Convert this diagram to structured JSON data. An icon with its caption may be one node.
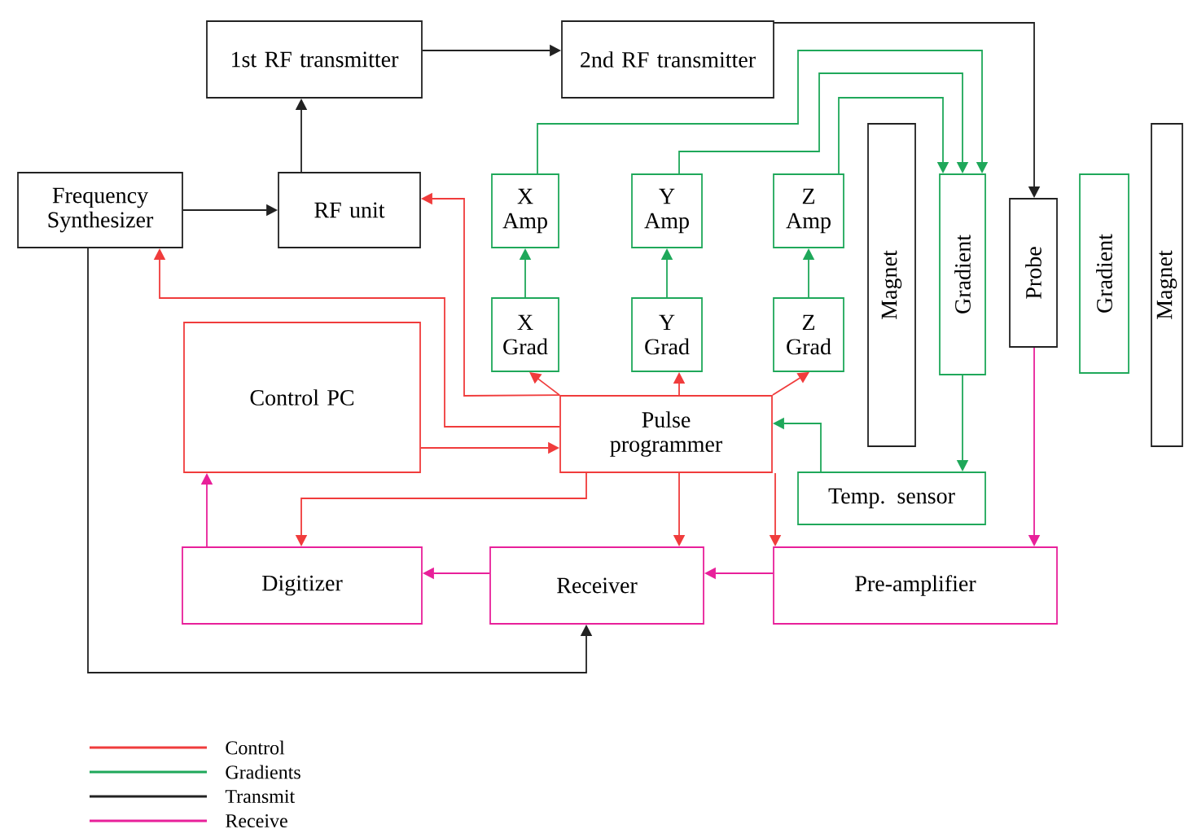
{
  "diagram": {
    "nodes": [
      {
        "text": [
          "1st RF transmitter"
        ]
      },
      {
        "text": [
          "2nd RF transmitter"
        ]
      },
      {
        "text": [
          "Frequency Synthesizer"
        ]
      },
      {
        "text": [
          "RF unit"
        ]
      },
      {
        "text": [
          "X Amp"
        ]
      },
      {
        "text": [
          "Y Amp"
        ]
      },
      {
        "text": [
          "Z Amp"
        ]
      },
      {
        "text": [
          "Magnet"
        ]
      },
      {
        "text": [
          "Gradient"
        ]
      },
      {
        "text": [
          "Probe"
        ]
      },
      {
        "text": [
          "Gradient"
        ]
      },
      {
        "text": [
          "Magnet"
        ]
      },
      {
        "text": [
          "X Grad"
        ]
      },
      {
        "text": [
          "Y Grad"
        ]
      },
      {
        "text": [
          "Z Grad"
        ]
      },
      {
        "text": [
          "Control PC"
        ]
      },
      {
        "text": [
          "Pulse programmer"
        ]
      },
      {
        "text": [
          "Temp. sensor"
        ]
      },
      {
        "text": [
          "Digitizer"
        ]
      },
      {
        "text": [
          "Receiver"
        ]
      },
      {
        "text": [
          "Pre-amplifier"
        ]
      }
    ],
    "edges": [
      {
        "from": 2,
        "to": 3,
        "arrow": "to",
        "color": "#222222"
      },
      {
        "from": 3,
        "to": 0,
        "arrow": "to",
        "color": "#222222"
      },
      {
        "from": 0,
        "to": 1,
        "arrow": "to",
        "color": "#222222"
      },
      {
        "from": 1,
        "to": 9,
        "arrow": "to",
        "color": "#222222"
      },
      {
        "from": 2,
        "to": 19,
        "arrow": "to",
        "color": "#222222"
      },
      {
        "from": 12,
        "to": 4,
        "arrow": "to",
        "color": "#1fa85a"
      },
      {
        "from": 13,
        "to": 5,
        "arrow": "to",
        "color": "#1fa85a"
      },
      {
        "from": 14,
        "to": 6,
        "arrow": "to",
        "color": "#1fa85a"
      },
      {
        "from": 4,
        "to": 8,
        "arrow": "to",
        "color": "#1fa85a"
      },
      {
        "from": 5,
        "to": 8,
        "arrow": "to",
        "color": "#1fa85a"
      },
      {
        "from": 6,
        "to": 8,
        "arrow": "to",
        "color": "#1fa85a"
      },
      {
        "from": 8,
        "to": 17,
        "arrow": "to",
        "color": "#1fa85a"
      },
      {
        "from": 17,
        "to": 16,
        "arrow": "to",
        "color": "#1fa85a"
      },
      {
        "from": 16,
        "to": 3,
        "arrow": "to"
      },
      {
        "from": 16,
        "to": 2,
        "arrow": "to"
      },
      {
        "from": 16,
        "to": 12,
        "arrow": "to"
      },
      {
        "from": 16,
        "to": 13,
        "arrow": "to"
      },
      {
        "from": 16,
        "to": 14,
        "arrow": "to"
      },
      {
        "from": 15,
        "to": 16,
        "arrow": "to"
      },
      {
        "from": 16,
        "to": 18,
        "arrow": "to"
      },
      {
        "from": 16,
        "to": 19,
        "arrow": "to"
      },
      {
        "from": 16,
        "to": 20,
        "arrow": "to"
      },
      {
        "from": 9,
        "to": 20,
        "arrow": "to",
        "color": "#e8209a"
      },
      {
        "from": 20,
        "to": 19,
        "arrow": "to",
        "color": "#e8209a"
      },
      {
        "from": 19,
        "to": 18,
        "arrow": "to",
        "color": "#e8209a"
      },
      {
        "from": 18,
        "to": 15,
        "arrow": "to",
        "color": "#e8209a"
      }
    ],
    "legend": [
      {
        "text": "Control",
        "color": "#f03c3c"
      },
      {
        "text": "Gradients",
        "color": "#1fa85a"
      },
      {
        "text": "Transmit",
        "color": "#222222"
      },
      {
        "text": "Receive",
        "color": "#e8209a"
      }
    ]
  }
}
